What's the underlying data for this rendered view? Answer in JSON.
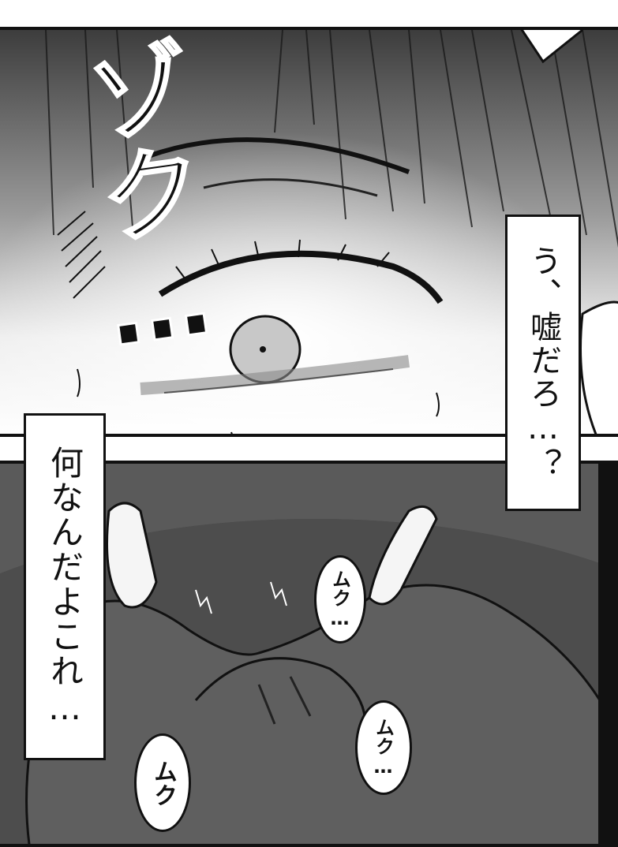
{
  "sfx": {
    "zoku": "ゾク…"
  },
  "narration_right": "う、嘘だろ…？",
  "narration_left": "何なんだよこれ…",
  "bubbles": [
    "ムク…",
    "ムク…",
    "ムク"
  ],
  "icons": [
    "eye-closeup-art",
    "feet-blanket-art"
  ]
}
